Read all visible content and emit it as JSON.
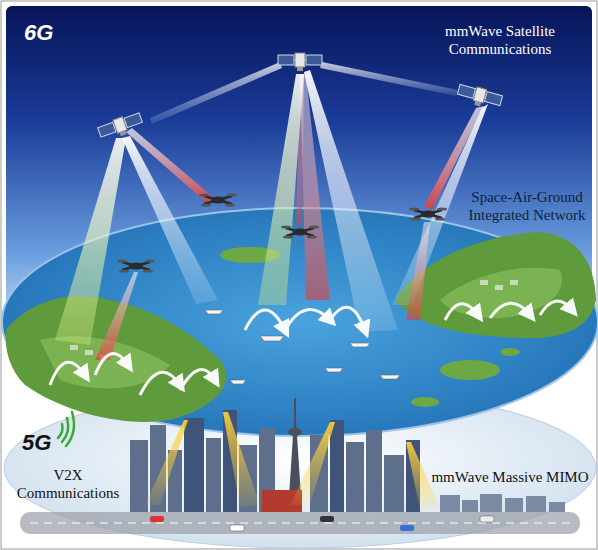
{
  "diagram": {
    "labels": [
      "6G",
      "mmWave Satellite Communications",
      "Space-Air-Ground Integrated Network",
      "5G",
      "V2X Communications",
      "mmWave Massive MIMO"
    ]
  }
}
